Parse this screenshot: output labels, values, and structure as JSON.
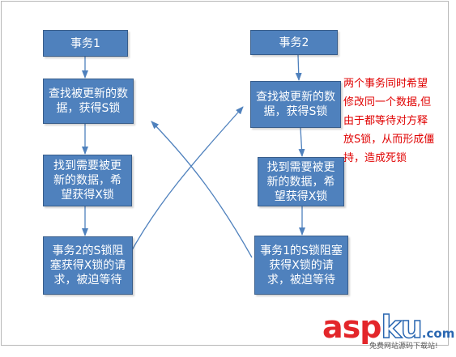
{
  "boxes": {
    "t1_title": "事务1",
    "t1_find": "查找被更新的数据，获得S锁",
    "t1_need": "找到需要被更新的数据，希望获得X锁",
    "t1_block": "事务2的S锁阻塞获得X锁的请求，被迫等待",
    "t2_title": "事务2",
    "t2_find": "查找被更新的数据，获得S锁",
    "t2_need": "找到需要被更新的数据，希望获得X锁",
    "t2_block": "事务1的S锁阻塞获得X锁的请求，被迫等待"
  },
  "annotation": "两个事务同时希望\n修改同一个数据,但\n由于都等待对方释\n放S锁，从而形成僵\n持，造成死锁",
  "colors": {
    "box_fill": "#4f81bd",
    "box_border": "#385d8a",
    "arrow": "#4f81bd",
    "annotation": "#e00000"
  },
  "watermark": {
    "part_asp": "asp",
    "part_ku": "ku",
    "part_com": ".com",
    "tagline": "免费网站源码下载站!"
  }
}
